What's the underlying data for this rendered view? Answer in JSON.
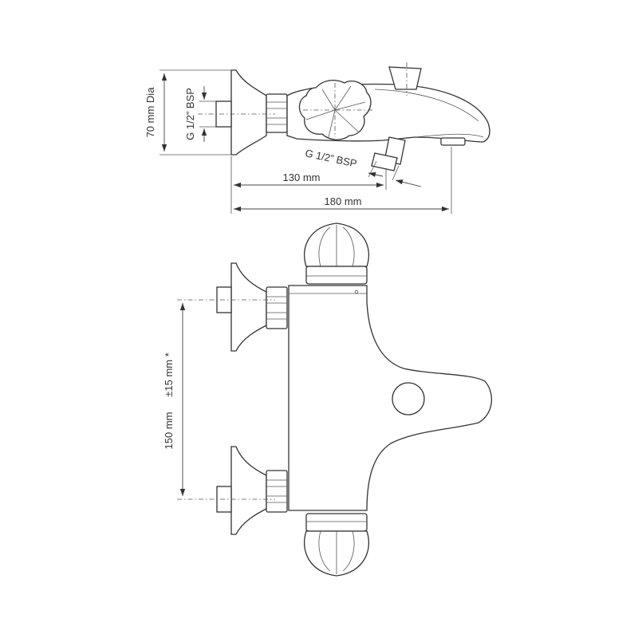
{
  "drawing": {
    "dimensions": {
      "diameter": "70 mm Dia",
      "inlet_thread": "G 1/2” BSP",
      "outlet_thread": "G 1/2” BSP",
      "depth_to_outlet": "130 mm",
      "total_depth": "180 mm",
      "centres": "150 mm",
      "centres_tolerance": "±15 mm *"
    }
  }
}
